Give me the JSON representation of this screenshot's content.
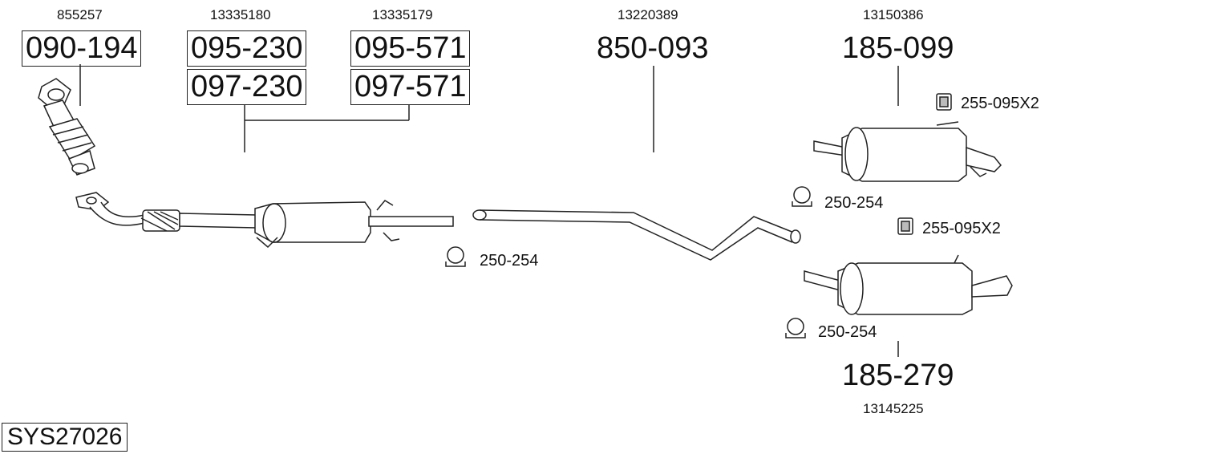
{
  "groups": {
    "manifold": {
      "oem": "855257",
      "codes": [
        "090-194"
      ]
    },
    "front_cat": {
      "oem": "13335180",
      "codes": [
        "095-230",
        "097-230"
      ]
    },
    "front_cat_alt": {
      "oem": "13335179",
      "codes": [
        "095-571",
        "097-571"
      ]
    },
    "middle_pipe": {
      "oem": "13220389",
      "codes": [
        "850-093"
      ]
    },
    "rear_silencer_a": {
      "oem": "13150386",
      "codes": [
        "185-099"
      ]
    },
    "rear_silencer_b": {
      "oem": "13145225",
      "codes": [
        "185-279"
      ]
    }
  },
  "accessories": {
    "clamp_left": "250-254",
    "clamp_right_top": "250-254",
    "clamp_right_bottom": "250-254",
    "mount_top": "255-095X2",
    "mount_middle": "255-095X2"
  },
  "system_code": "SYS27026"
}
